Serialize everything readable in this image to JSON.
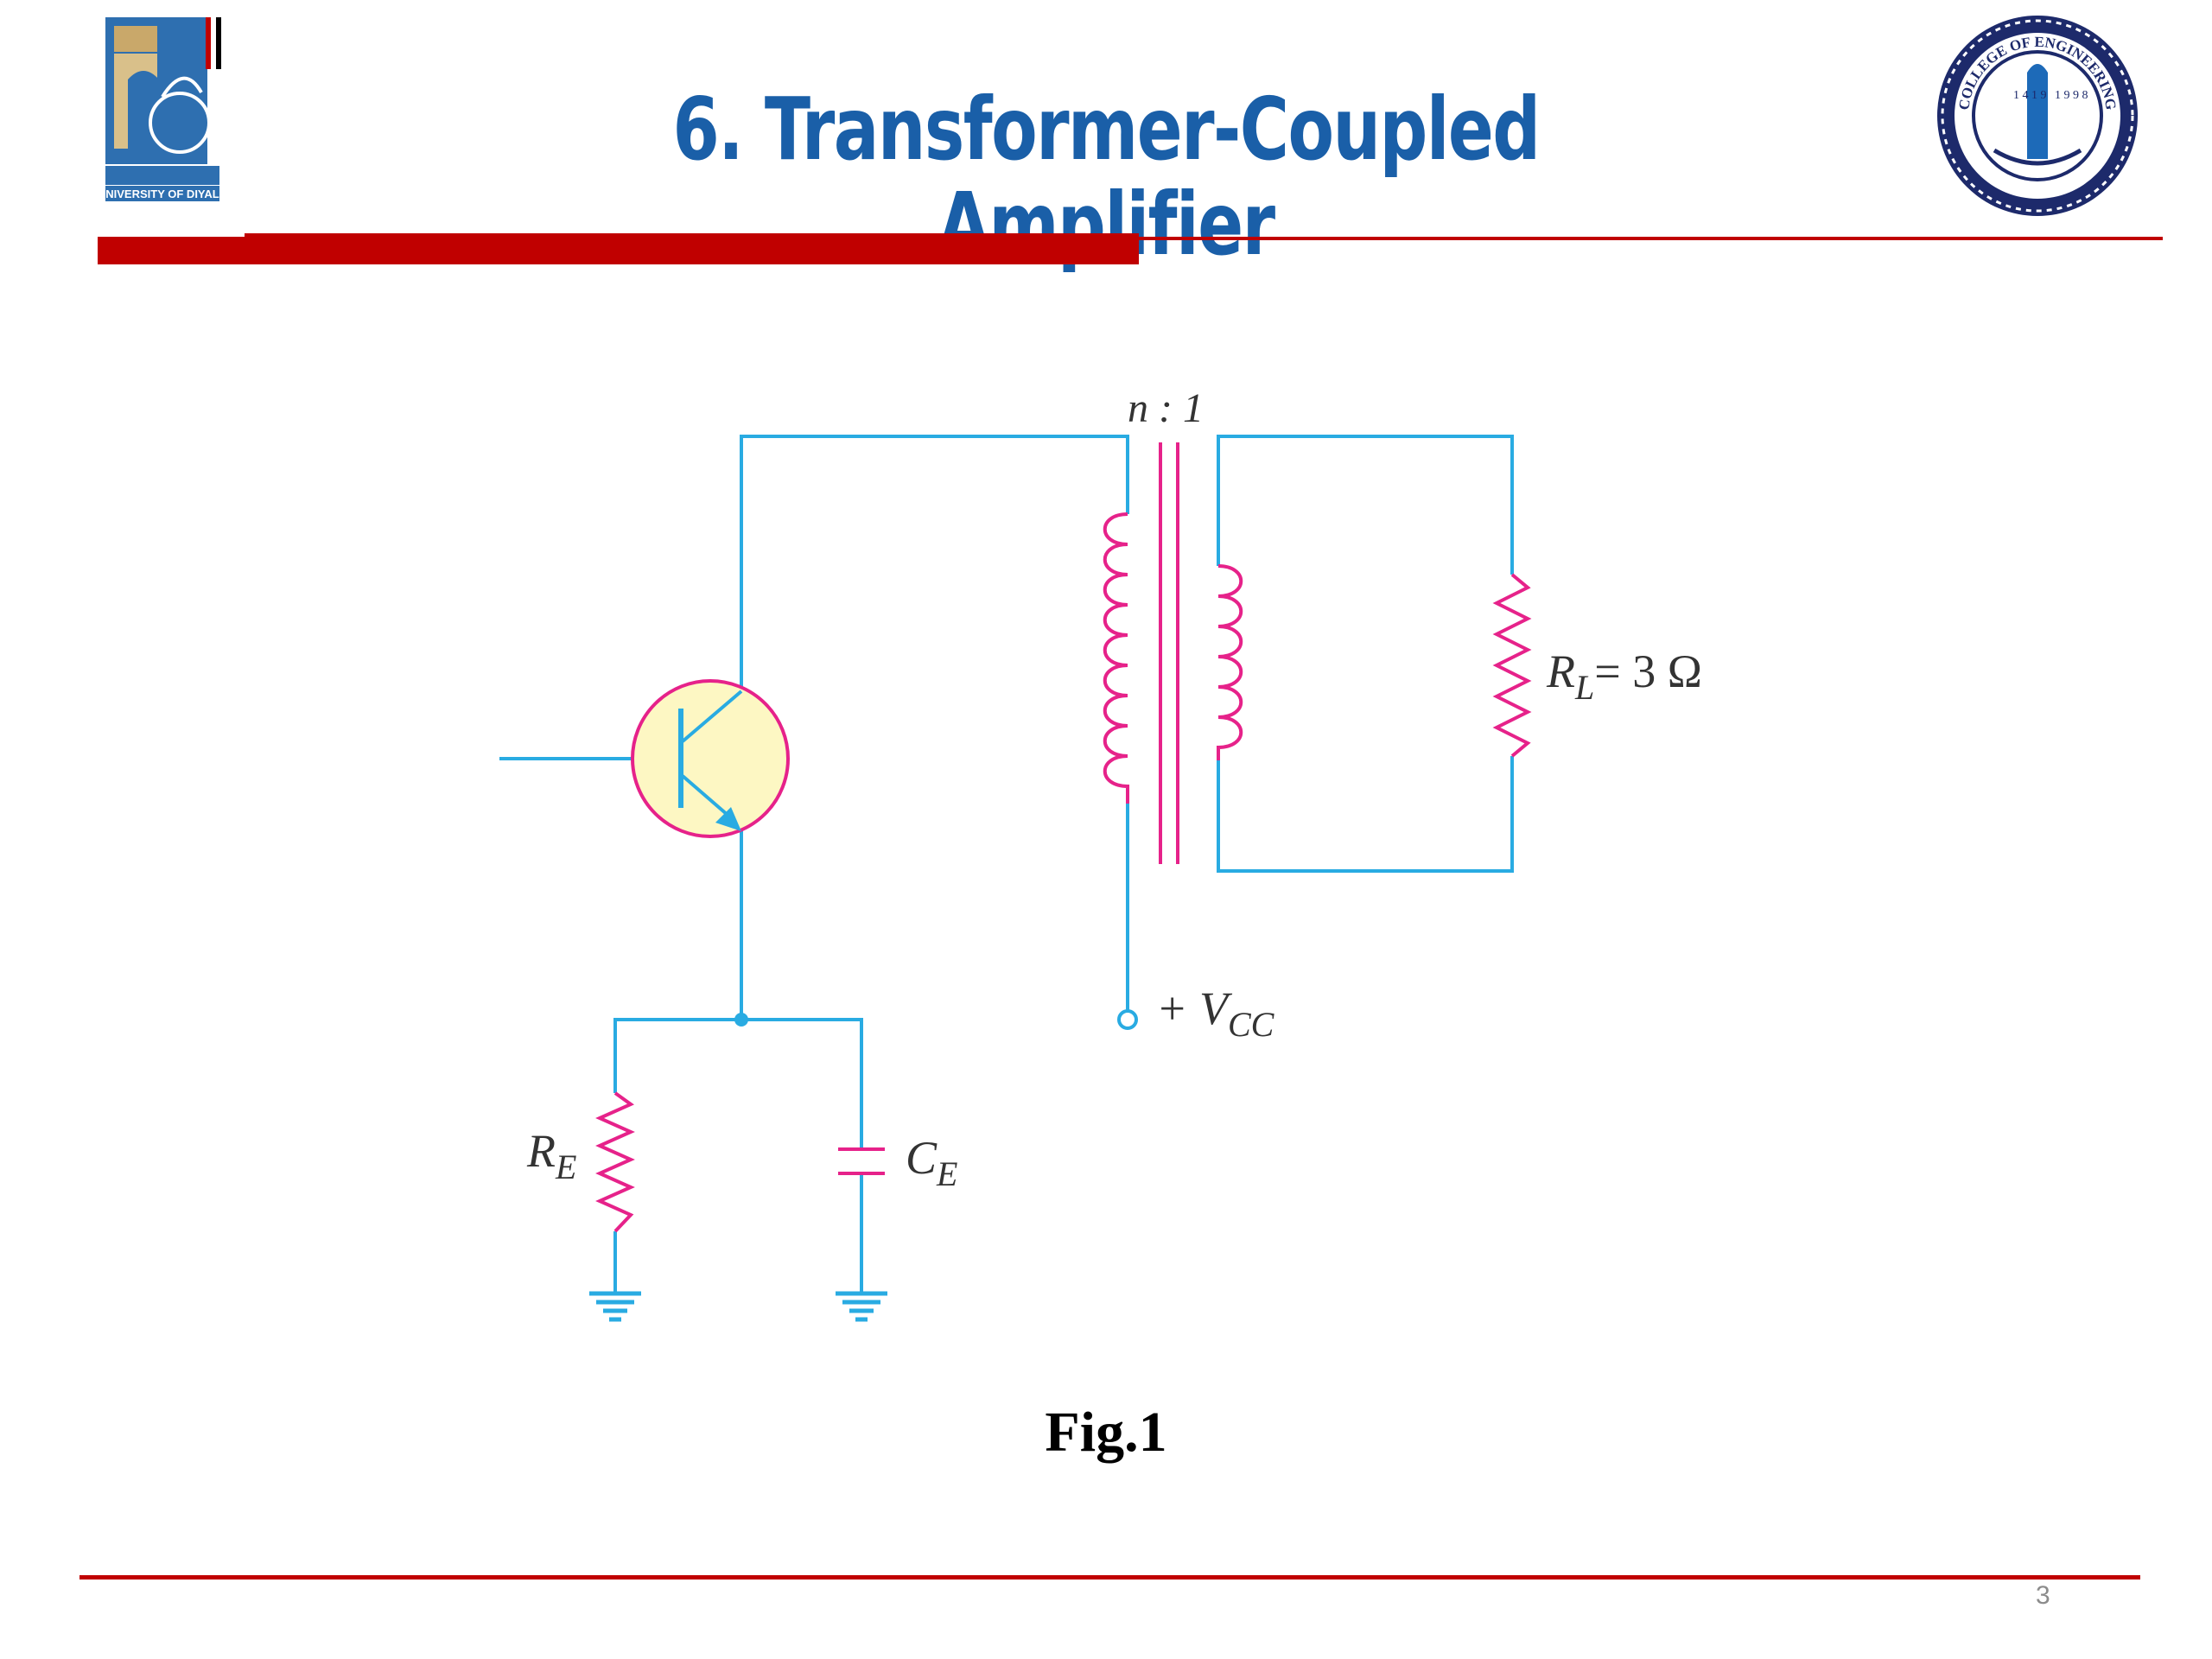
{
  "slide": {
    "title": "6. Transformer-Coupled Amplifier",
    "page_number": "3",
    "caption": "Fig.1",
    "left_logo_text": "UNIVERSITY OF DIYALA",
    "right_logo_text": "COLLEGE OF ENGINEERING"
  },
  "circuit": {
    "ratio_label": "n : 1",
    "rl_label": "R",
    "rl_sub": "L",
    "rl_value": "= 3 Ω",
    "vcc_prefix": "+ V",
    "vcc_sub": "CC",
    "re_label": "R",
    "re_sub": "E",
    "ce_label": "C",
    "ce_sub": "E"
  },
  "colors": {
    "wire": "#29abe2",
    "component": "#e6228a",
    "title": "#1a5fa8",
    "rule": "#c00000",
    "transistor_fill": "#fdf7c3"
  }
}
